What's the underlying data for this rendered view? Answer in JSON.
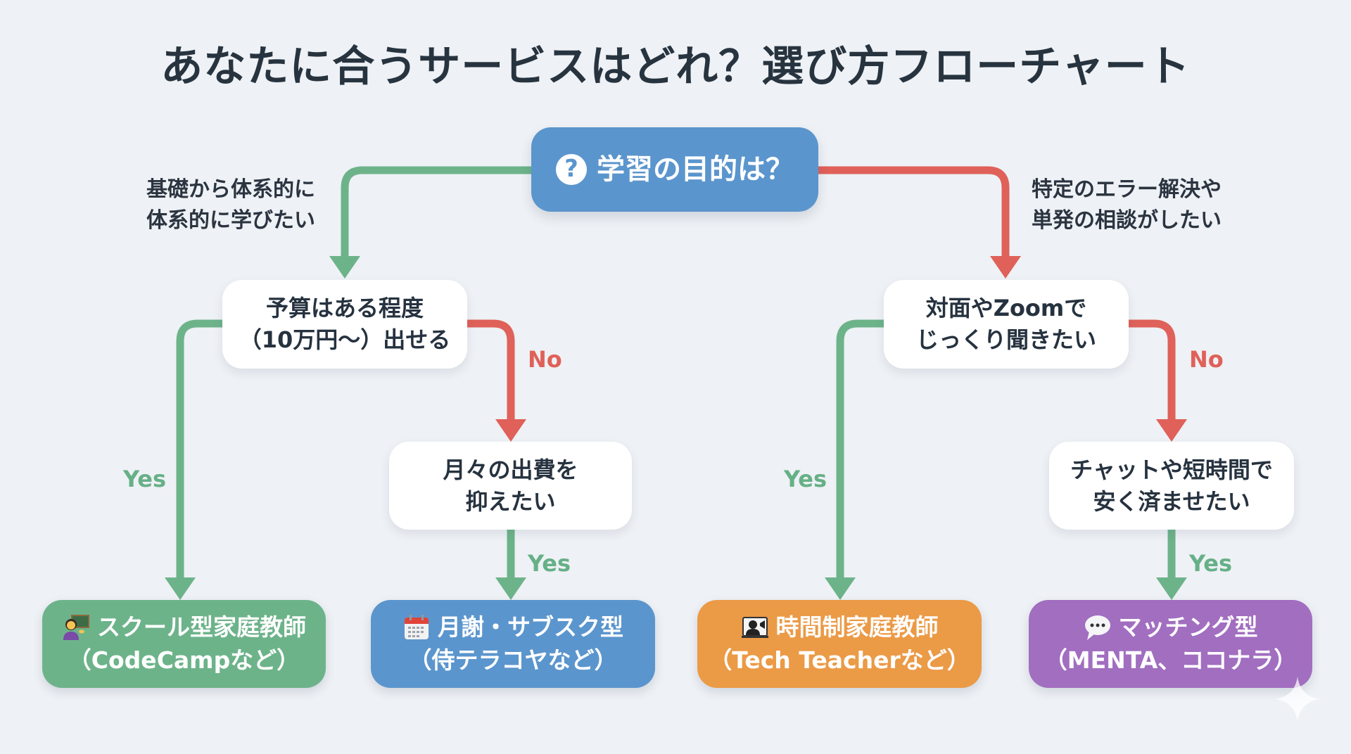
{
  "title": "あなたに合うサービスはどれ？選び方フローチャート",
  "colors": {
    "background": "#eef1f5",
    "yes_green": "#6db38a",
    "no_red": "#df6159",
    "root_blue": "#5b95cd",
    "result_green": "#6db38a",
    "result_blue": "#5b95cd",
    "result_orange": "#eb9a46",
    "result_purple": "#a16ec0"
  },
  "root": {
    "icon": "question-circle-icon",
    "label": "学習の目的は？"
  },
  "branches": {
    "left": [
      "基礎から体系的に",
      "体系的に学びたい"
    ],
    "right": [
      "特定のエラー解決や",
      "単発の相談がしたい"
    ]
  },
  "questions": {
    "budget": [
      "予算はある程度",
      "（10万円〜）出せる"
    ],
    "face_to_face": [
      "対面やZoomで",
      "じっくり聞きたい"
    ],
    "monthly": [
      "月々の出費を",
      "抑えたい"
    ],
    "chat": [
      "チャットや短時間で",
      "安く済ませたい"
    ]
  },
  "edge_labels": {
    "budget_yes": "Yes",
    "budget_no": "No",
    "monthly_yes": "Yes",
    "face_yes": "Yes",
    "face_no": "No",
    "chat_yes": "Yes"
  },
  "results": [
    {
      "icon": "teacher-icon",
      "title": "スクール型家庭教師",
      "example": "（CodeCampなど）"
    },
    {
      "icon": "calendar-icon",
      "title": "月謝・サブスク型",
      "example": "（侍テラコヤなど）"
    },
    {
      "icon": "video-call-icon",
      "title": "時間制家庭教師",
      "example": "（Tech Teacherなど）"
    },
    {
      "icon": "speech-bubble-icon",
      "title": "マッチング型",
      "example": "（MENTA、ココナラ）"
    }
  ]
}
